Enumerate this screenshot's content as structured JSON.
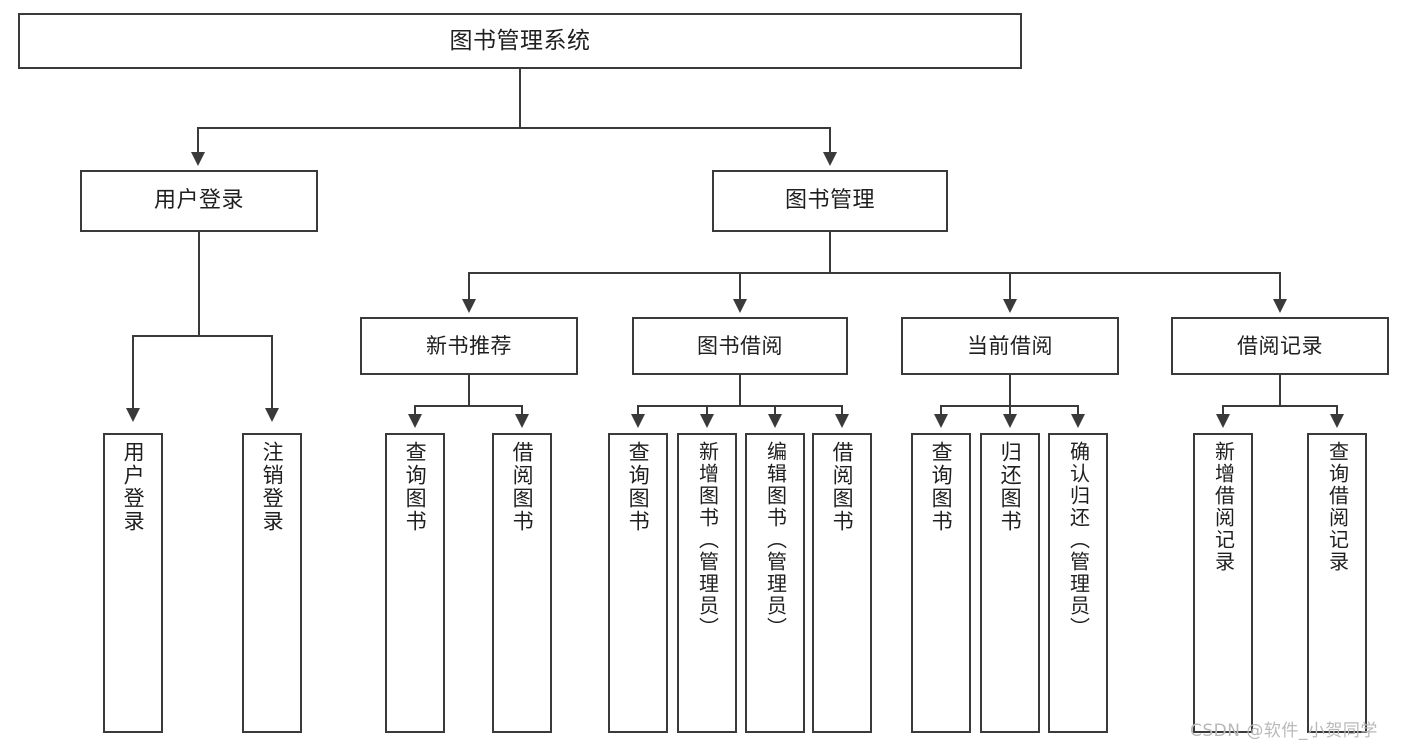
{
  "diagram": {
    "title": "图书管理系统",
    "type": "tree",
    "watermark": "CSDN @软件_小贺同学",
    "colors": {
      "box_border": "#3a3a3a",
      "box_fill": "#ffffff",
      "connector": "#3a3a3a",
      "text": "#1f1f1f",
      "watermark": "#b9b9b9",
      "background": "#ffffff"
    },
    "root": {
      "label": "图书管理系统"
    },
    "level2": [
      {
        "label": "用户登录"
      },
      {
        "label": "图书管理"
      }
    ],
    "level3": [
      {
        "label": "新书推荐"
      },
      {
        "label": "图书借阅"
      },
      {
        "label": "当前借阅"
      },
      {
        "label": "借阅记录"
      }
    ],
    "leaves": {
      "user_login": [
        {
          "label": "用户登录"
        },
        {
          "label": "注销登录"
        }
      ],
      "new_book_recommend": [
        {
          "label": "查询图书"
        },
        {
          "label": "借阅图书"
        }
      ],
      "book_borrow": [
        {
          "label": "查询图书"
        },
        {
          "label": "新增图书（管理员）"
        },
        {
          "label": "编辑图书（管理员）"
        },
        {
          "label": "借阅图书"
        }
      ],
      "current_borrow": [
        {
          "label": "查询图书"
        },
        {
          "label": "归还图书"
        },
        {
          "label": "确认归还（管理员）"
        }
      ],
      "borrow_record": [
        {
          "label": "新增借阅记录"
        },
        {
          "label": "查询借阅记录"
        }
      ]
    }
  }
}
